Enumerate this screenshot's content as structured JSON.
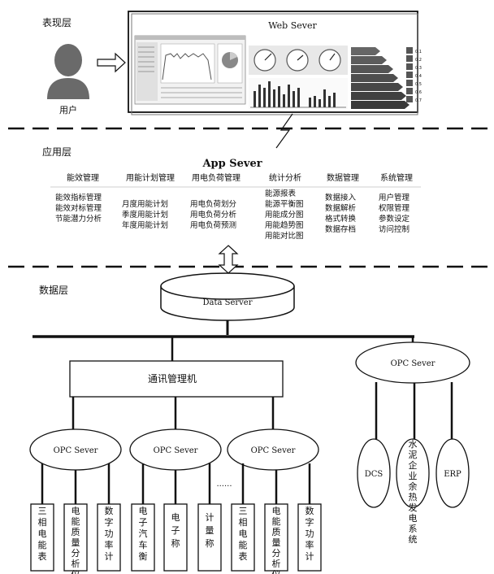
{
  "layers": {
    "presentation": "表现层",
    "application": "应用层",
    "data": "数据层"
  },
  "user_label": "用户",
  "web_server": {
    "title": "Web Sever",
    "legend": [
      "0.1",
      "0.2",
      "0.3",
      "0.4",
      "0.5",
      "0.6",
      "0.7"
    ]
  },
  "app_server": {
    "title": "App Sever",
    "modules": [
      {
        "title": "能效管理",
        "items": [
          "能效指标管理",
          "能效对标管理",
          "节能潜力分析"
        ]
      },
      {
        "title": "用能计划管理",
        "items": [
          "月度用能计划",
          "季度用能计划",
          "年度用能计划"
        ]
      },
      {
        "title": "用电负荷管理",
        "items": [
          "用电负荷划分",
          "用电负荷分析",
          "用电负荷预测"
        ]
      },
      {
        "title": "统计分析",
        "items": [
          "能源报表",
          "能源平衡图",
          "用能成分图",
          "用能趋势图",
          "用能对比图"
        ]
      },
      {
        "title": "数据管理",
        "items": [
          "数据接入",
          "数据解析",
          "格式转换",
          "数据存档"
        ]
      },
      {
        "title": "系统管理",
        "items": [
          "用户管理",
          "权限管理",
          "参数设定",
          "访问控制"
        ]
      }
    ]
  },
  "data_server": "Data  Server",
  "comm_manager": "通讯管理机",
  "opc_servers": [
    "OPC Sever",
    "OPC Sever",
    "OPC Sever",
    "OPC Sever"
  ],
  "ellipsis": "......",
  "devices": [
    "三相电能表",
    "电能质量分析仪",
    "数字功率计",
    "电子汽车衡",
    "电子称",
    "计量称",
    "三相电能表",
    "电能质量分析仪",
    "数字功率计"
  ],
  "systems": [
    "DCS",
    "水泥企业余热发电系统",
    "ERP"
  ],
  "colors": {
    "line": "#111111",
    "screen_bg": "#f2f2f2",
    "bar": "#333333"
  }
}
